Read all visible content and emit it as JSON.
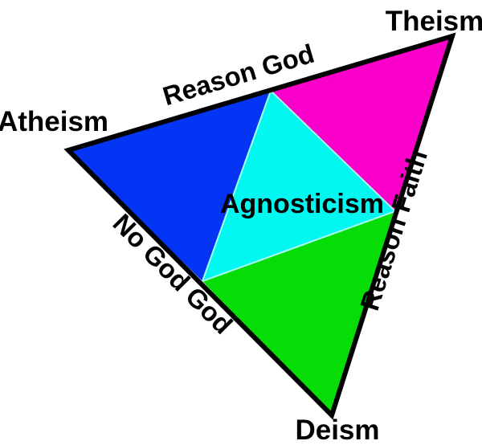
{
  "diagram": {
    "vertex_labels": {
      "left": "Atheism",
      "top_right": "Theism",
      "bottom": "Deism"
    },
    "edge_labels": {
      "top": "Reason God",
      "bottom_left": "No God God",
      "right": "Reason Faith"
    },
    "region_labels": {
      "center": "Agnosticism"
    }
  },
  "colors": {
    "atheism_region": "#0435f4",
    "theism_region": "#fb00cb",
    "agnosticism_region": "#00f8f0",
    "deism_region": "#06dd06",
    "agnosticism_edge": "#a8fdf2",
    "outline": "#000000",
    "background": "#ffffff",
    "text": "#000000"
  }
}
